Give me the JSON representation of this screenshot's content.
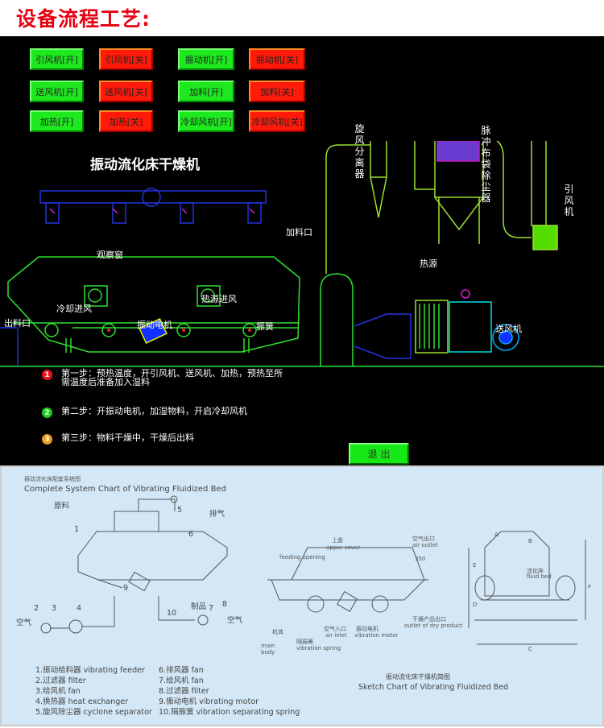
{
  "header": {
    "title": "设备流程工艺:"
  },
  "controls": [
    {
      "label": "引风机[开]",
      "state": "on"
    },
    {
      "label": "引风机[关]",
      "state": "off"
    },
    {
      "label": "振动机[开]",
      "state": "on"
    },
    {
      "label": "振动机[关]",
      "state": "off"
    },
    {
      "label": "送风机[开]",
      "state": "on"
    },
    {
      "label": "送风机[关]",
      "state": "off"
    },
    {
      "label": "加料[开]",
      "state": "on"
    },
    {
      "label": "加料[关]",
      "state": "off"
    },
    {
      "label": "加热[开]",
      "state": "on"
    },
    {
      "label": "加热[关]",
      "state": "off"
    },
    {
      "label": "冷却风机[开]",
      "state": "on"
    },
    {
      "label": "冷却风机[关]",
      "state": "off"
    }
  ],
  "diagram": {
    "title": "振动流化床干燥机",
    "labels": {
      "window": "观察窗",
      "cool_in": "冷却进风",
      "heat_in": "热源进风",
      "motor": "振动电机",
      "outlet": "出料口",
      "spring": "振簧",
      "feed": "加料口",
      "heat": "热源",
      "blower": "送风机",
      "cyclone": "旋风分离器",
      "bagfilter": "脉冲布袋除尘器",
      "fan": "引风机"
    }
  },
  "steps": [
    {
      "num": "1",
      "color": "#e8141c",
      "text": "第一步：预热温度，开引风机、送风机、加热，预热至所需温度后准备加入湿料"
    },
    {
      "num": "2",
      "color": "#1bd01b",
      "text": "第二步：开振动电机，加湿物料，开启冷却风机"
    },
    {
      "num": "3",
      "color": "#f29a1c",
      "text": "第三步：物料干燥中，干燥后出料"
    }
  ],
  "exit_label": "退 出",
  "reference": {
    "system_title_cn": "振动流化床配套系统图",
    "system_title_en": "Complete System Chart of Vibrating Fluidized Bed",
    "legend": [
      "1.振动给料器  vibrating feeder",
      "2.过滤器  filter",
      "3.给风机  fan",
      "4.换热器  heat exchanger",
      "5.旋风除尘器  cyclone separator",
      "6.排风器  fan",
      "7.给风机  fan",
      "8.过滤器  filter",
      "9.振动电机  vibrating motor",
      "10.隔振簧  vibration separating spring"
    ],
    "system_labels": {
      "raw": "原料",
      "exhaust": "排气",
      "air": "空气",
      "product": "制品",
      "n1": "1",
      "n2": "2",
      "n3": "3",
      "n4": "4",
      "n5": "5",
      "n6": "6",
      "n7": "7",
      "n8": "8",
      "n9": "9",
      "n10": "10"
    },
    "sketch_title_cn": "振动流化床干燥机简图",
    "sketch_title_en": "Sketch Chart of Vibrating Fluidized Bed",
    "sketch_labels": {
      "feeding": "feeding opening",
      "upper_cn": "上盖",
      "upper": "upper cover",
      "airout_cn": "空气出口",
      "airout": "air outlet",
      "dim": "350",
      "body_cn": "机体",
      "body": "main body",
      "spring_cn": "隔振簧",
      "spring": "vibration spring",
      "airin_cn": "空气入口",
      "airin": "air inlet",
      "motor_cn": "振动电机",
      "motor": "vibration motor",
      "dry_cn": "干燥产品出口",
      "dry": "outlet of dry product",
      "bed_cn": "流化床",
      "bed": "fluid bed",
      "A": "A",
      "B": "B",
      "C": "C",
      "D": "D",
      "E": "E",
      "F": "F"
    }
  }
}
